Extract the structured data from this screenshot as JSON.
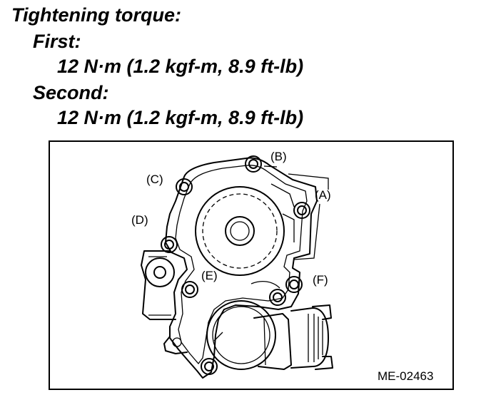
{
  "spec": {
    "title": "Tightening torque:",
    "first_label": "First:",
    "first_value": "12 N·m (1.2 kgf-m, 8.9 ft-lb)",
    "second_label": "Second:",
    "second_value": "12 N·m (1.2 kgf-m, 8.9 ft-lb)"
  },
  "figure": {
    "labels": {
      "a": "(A)",
      "b": "(B)",
      "c": "(C)",
      "d": "(D)",
      "e": "(E)",
      "f": "(F)"
    },
    "code": "ME-02463"
  }
}
